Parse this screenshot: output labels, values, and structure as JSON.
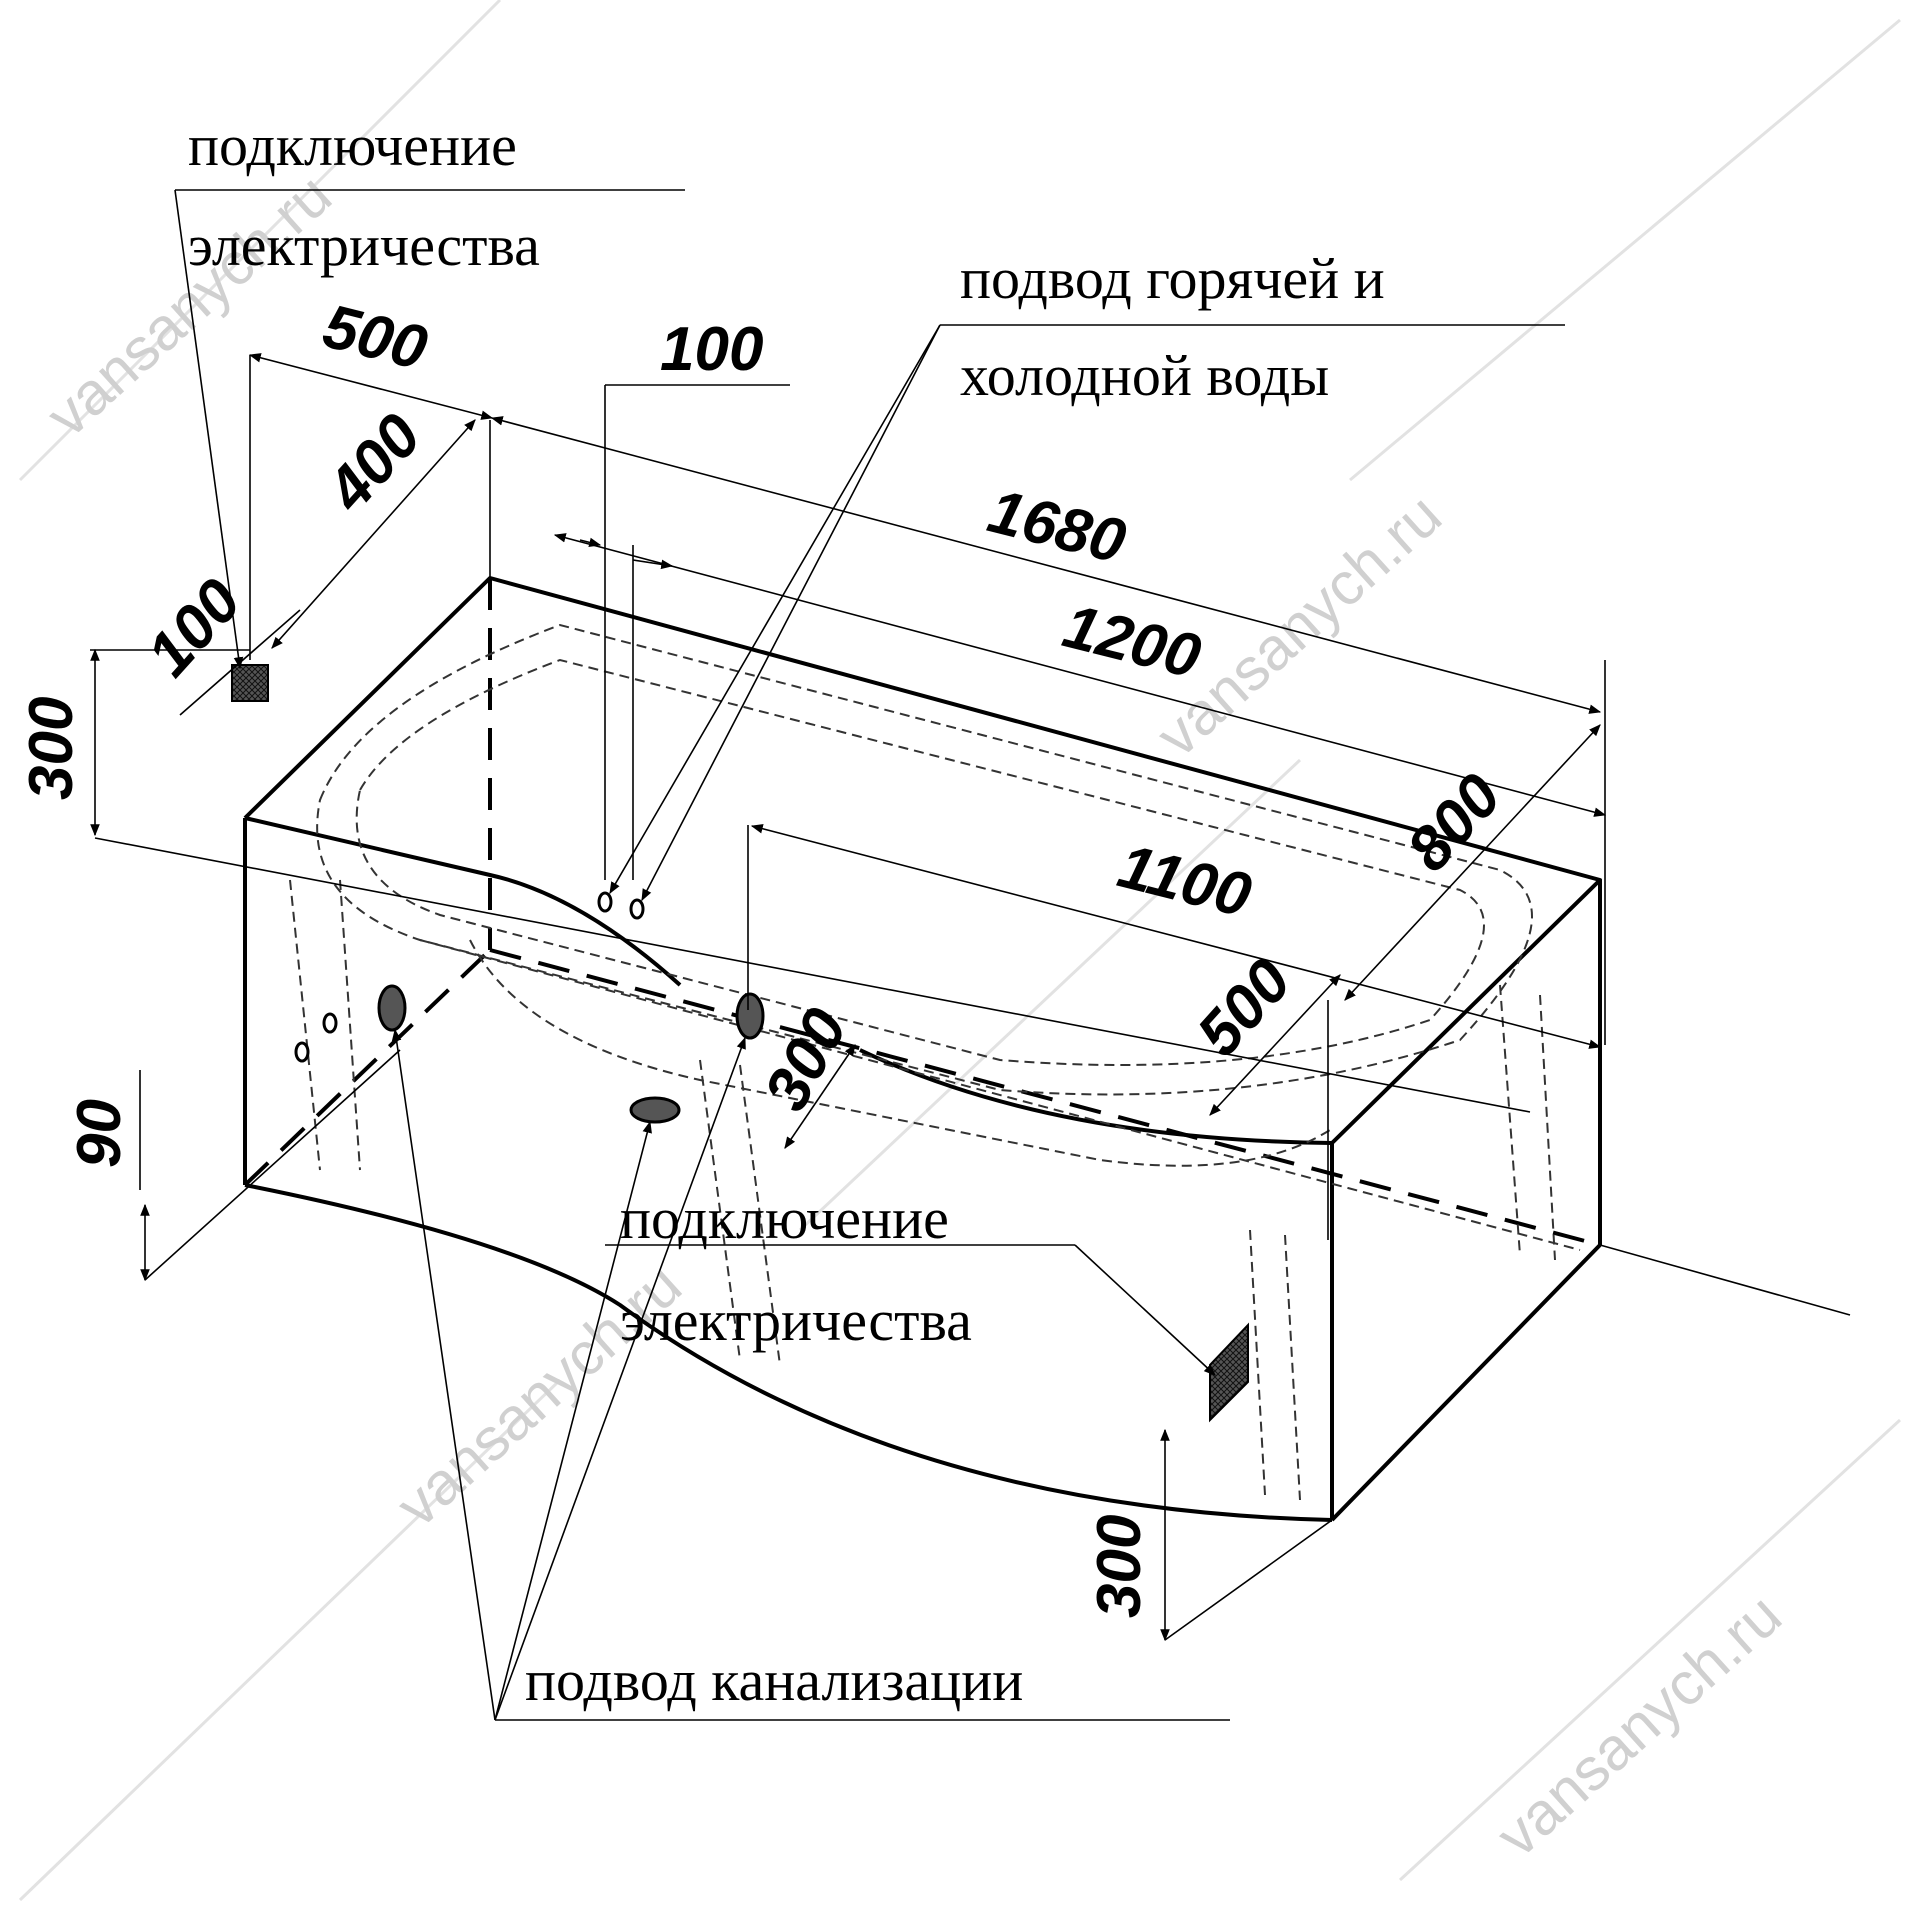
{
  "watermark": {
    "text": "vansanych.ru"
  },
  "labels": {
    "electricity_top": [
      "подключение",
      "электричества"
    ],
    "water": [
      "подвод горячей и",
      "холодной воды"
    ],
    "electricity_bottom": [
      "подключение",
      "электричества"
    ],
    "sewer": "подвод канализации"
  },
  "dimensions": {
    "d500_top": "500",
    "d400": "400",
    "d100_left": "100",
    "d100_top": "100",
    "d1680": "1680",
    "d1200": "1200",
    "d800": "800",
    "d1100": "1100",
    "d500_right": "500",
    "d300_left": "300",
    "d300_mid": "300",
    "d300_bottom": "300",
    "d90": "90"
  }
}
